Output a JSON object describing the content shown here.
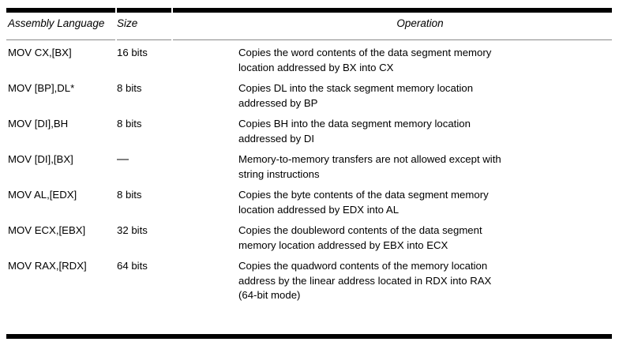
{
  "table": {
    "columns": [
      {
        "key": "assembly",
        "label": "Assembly Language",
        "align": "left"
      },
      {
        "key": "size",
        "label": "Size",
        "align": "left"
      },
      {
        "key": "operation",
        "label": "Operation",
        "align": "center"
      }
    ],
    "rows": [
      {
        "assembly": "MOV CX,[BX]",
        "size": "16 bits",
        "operation": "Copies the word contents of the data segment memory\nlocation addressed by BX into CX"
      },
      {
        "assembly": "MOV [BP],DL*",
        "size": "8 bits",
        "operation": "Copies DL into the stack segment memory location\naddressed by BP"
      },
      {
        "assembly": "MOV [DI],BH",
        "size": "8 bits",
        "operation": "Copies BH into the data segment memory location\naddressed by DI"
      },
      {
        "assembly": "MOV [DI],[BX]",
        "size": "—",
        "operation": "Memory-to-memory transfers are not allowed except with\nstring instructions"
      },
      {
        "assembly": "MOV AL,[EDX]",
        "size": "8 bits",
        "operation": "Copies the byte contents of the data segment memory\nlocation addressed by EDX into AL"
      },
      {
        "assembly": "MOV ECX,[EBX]",
        "size": "32 bits",
        "operation": "Copies the doubleword contents of the data segment\nmemory location addressed by EBX into ECX"
      },
      {
        "assembly": "MOV RAX,[RDX]",
        "size": "64 bits",
        "operation": "Copies the quadword contents of the memory location\naddress by the linear address located in RDX into RAX\n(64-bit mode)"
      }
    ]
  },
  "style": {
    "rule_color": "#000000",
    "header_rule_color": "#8a8a8a",
    "text_color": "#000000",
    "background": "#ffffff"
  }
}
